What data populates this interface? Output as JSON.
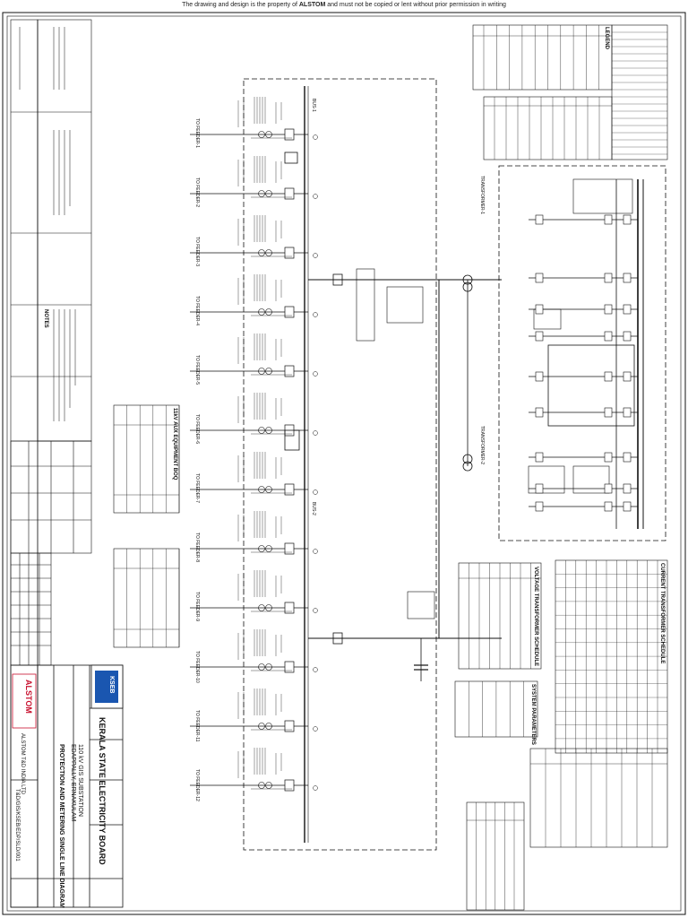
{
  "header": {
    "banner_prefix": "The drawing and design is the property of",
    "banner_brand": "ALSTOM",
    "banner_suffix": "and must not be copied or lent without prior permission in writing"
  },
  "title_block": {
    "client_logo": "KSEB",
    "client_name": "KERALA STATE ELECTRICITY BOARD",
    "project_line1": "110 kV GIS SUBSTATION",
    "project_line2": "EDAPPALLY, ERNAKULAM",
    "drawing_title": "PROTECTION AND METERING SINGLE LINE DIAGRAM",
    "company_logo": "ALSTOM",
    "company_name": "ALSTOM T&D INDIA LTD",
    "drawing_number": "T&D/GIS/KSEB/EDP/SLD/001"
  },
  "diagram": {
    "feeder_labels": [
      "TO FEEDER-1",
      "TO FEEDER-2",
      "TO FEEDER-3",
      "TO FEEDER-4",
      "TO FEEDER-5",
      "TO FEEDER-6",
      "TO FEEDER-7",
      "TO FEEDER-8",
      "TO FEEDER-9",
      "TO FEEDER-10",
      "TO FEEDER-11",
      "TO FEEDER-12"
    ],
    "bus_labels": [
      "BUS-1",
      "BUS-2"
    ],
    "transformer_labels": [
      "TRANSFORMER-1",
      "TRANSFORMER-2"
    ],
    "equipment_list_title": "11kV AUX EQUIPMENT BOQ",
    "legend_title": "LEGEND",
    "notes_title": "NOTES",
    "ct_schedule_title": "CURRENT TRANSFORMER SCHEDULE",
    "vt_schedule_title": "VOLTAGE TRANSFORMER SCHEDULE",
    "system_parameters_title": "SYSTEM PARAMETERS"
  },
  "colors": {
    "ink": "#111111",
    "paper": "#ffffff",
    "accent_red": "#c8102e",
    "accent_blue": "#1a56b0"
  }
}
